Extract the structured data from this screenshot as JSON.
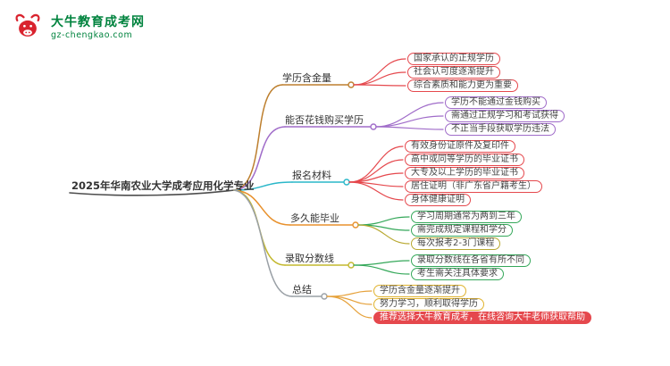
{
  "logo": {
    "title": "大牛教育成考网",
    "url": "gz-chengkao.com",
    "icon": "bull-logo",
    "brand_color": "#d9232e",
    "text_color": "#00833e"
  },
  "central": {
    "label": "2025年华南农业大学成考应用化学专业"
  },
  "branches": [
    {
      "label": "学历含金量",
      "color": "#bd7f2e",
      "children": [
        {
          "label": "国家承认的正规学历",
          "color": "#e5484d"
        },
        {
          "label": "社会认可度逐渐提升",
          "color": "#e5484d"
        },
        {
          "label": "综合素质和能力更为重要",
          "color": "#e5484d"
        }
      ]
    },
    {
      "label": "能否花钱购买学历",
      "color": "#a06cc9",
      "children": [
        {
          "label": "学历不能通过金钱购买",
          "color": "#a06cc9"
        },
        {
          "label": "需通过正规学习和考试获得",
          "color": "#a06cc9"
        },
        {
          "label": "不正当手段获取学历违法",
          "color": "#a06cc9"
        }
      ]
    },
    {
      "label": "报名材料",
      "color": "#2ab7c9",
      "children": [
        {
          "label": "有效身份证原件及复印件",
          "color": "#e5484d"
        },
        {
          "label": "高中或同等学历的毕业证书",
          "color": "#e5484d"
        },
        {
          "label": "大专及以上学历的毕业证书",
          "color": "#e5484d"
        },
        {
          "label": "居住证明（非广东省户籍考生）",
          "color": "#e5484d"
        },
        {
          "label": "身体健康证明",
          "color": "#e5484d"
        }
      ]
    },
    {
      "label": "多久能毕业",
      "color": "#e8912d",
      "children": [
        {
          "label": "学习周期通常为两到三年",
          "color": "#35a85a"
        },
        {
          "label": "需完成规定课程和学分",
          "color": "#35a85a"
        },
        {
          "label": "每次报考2-3门课程",
          "color": "#b8a830"
        }
      ]
    },
    {
      "label": "录取分数线",
      "color": "#c3b82e",
      "children": [
        {
          "label": "录取分数线在各省有所不同",
          "color": "#35a85a"
        },
        {
          "label": "考生需关注具体要求",
          "color": "#35a85a"
        }
      ]
    },
    {
      "label": "总结",
      "color": "#9aa0a6",
      "children": [
        {
          "label": "学历含金量逐渐提升",
          "color": "#e0b32f"
        },
        {
          "label": "努力学习，顺利取得学历",
          "color": "#e0b32f"
        },
        {
          "label": "推荐选择大牛教育成考，在线咨询大牛老师获取帮助",
          "color": "#e5484d",
          "filled": true
        }
      ]
    }
  ]
}
